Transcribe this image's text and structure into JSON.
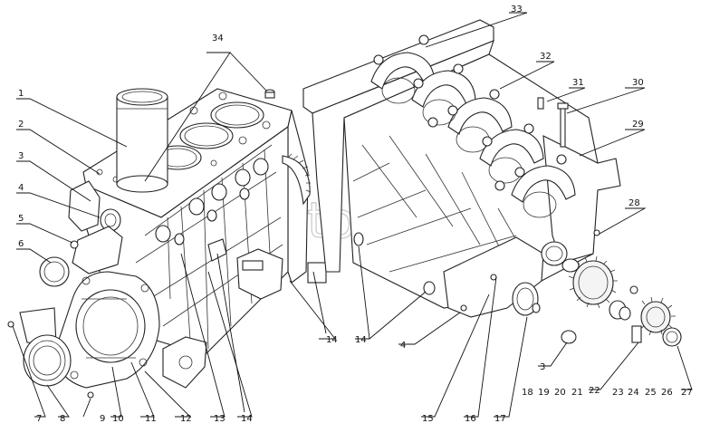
{
  "watermark": "AutoSoft",
  "callouts": [
    {
      "id": "1",
      "label": "1"
    },
    {
      "id": "2",
      "label": "2"
    },
    {
      "id": "3",
      "label": "3"
    },
    {
      "id": "4a",
      "label": "4"
    },
    {
      "id": "5",
      "label": "5"
    },
    {
      "id": "6",
      "label": "6"
    },
    {
      "id": "7",
      "label": "7"
    },
    {
      "id": "8",
      "label": "8"
    },
    {
      "id": "9",
      "label": "9"
    },
    {
      "id": "10",
      "label": "10"
    },
    {
      "id": "11",
      "label": "11"
    },
    {
      "id": "12",
      "label": "12"
    },
    {
      "id": "13",
      "label": "13"
    },
    {
      "id": "14a",
      "label": "14"
    },
    {
      "id": "14b",
      "label": "14"
    },
    {
      "id": "14c",
      "label": "14"
    },
    {
      "id": "4b",
      "label": "4"
    },
    {
      "id": "15",
      "label": "15"
    },
    {
      "id": "16",
      "label": "16"
    },
    {
      "id": "17",
      "label": "17"
    },
    {
      "id": "3b",
      "label": "3"
    },
    {
      "id": "18",
      "label": "18"
    },
    {
      "id": "19",
      "label": "19"
    },
    {
      "id": "20",
      "label": "20"
    },
    {
      "id": "21",
      "label": "21"
    },
    {
      "id": "22",
      "label": "22"
    },
    {
      "id": "23",
      "label": "23"
    },
    {
      "id": "24",
      "label": "24"
    },
    {
      "id": "25",
      "label": "25"
    },
    {
      "id": "26",
      "label": "26"
    },
    {
      "id": "27",
      "label": "27"
    },
    {
      "id": "28",
      "label": "28"
    },
    {
      "id": "29",
      "label": "29"
    },
    {
      "id": "30",
      "label": "30"
    },
    {
      "id": "31",
      "label": "31"
    },
    {
      "id": "32",
      "label": "32"
    },
    {
      "id": "33",
      "label": "33"
    },
    {
      "id": "34",
      "label": "34"
    }
  ]
}
